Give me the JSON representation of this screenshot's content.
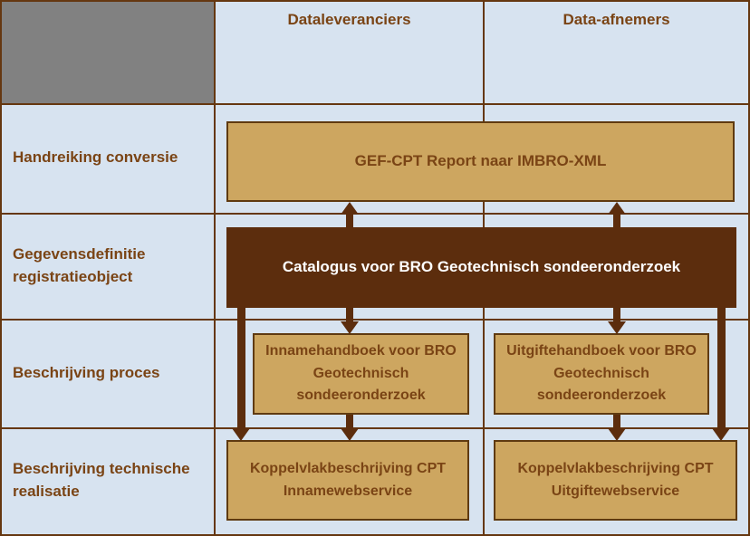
{
  "colors": {
    "background": "#d7e3f0",
    "grid": "#653710",
    "header_gray": "#818181",
    "tan_fill": "#cda660",
    "tan_border": "#5f3a10",
    "dark_fill": "#5c2d0d",
    "text_brown": "#7a4415",
    "text_white": "#ffffff",
    "arrow": "#5c2d0d"
  },
  "header": {
    "columns": [
      {
        "label": "Dataleveranciers"
      },
      {
        "label": "Data-afnemers"
      }
    ]
  },
  "rows": [
    {
      "label": "Handreiking conversie"
    },
    {
      "label": "Gegevensdefinitie registratieobject"
    },
    {
      "label": "Beschrijving proces"
    },
    {
      "label": "Beschrijving technische realisatie"
    }
  ],
  "boxes": {
    "gef_cpt": "GEF-CPT Report naar IMBRO-XML",
    "catalogus": "Catalogus voor BRO Geotechnisch sondeeronderzoek",
    "innamehandboek": "Innamehandboek voor BRO Geotechnisch sondeeronderzoek",
    "uitgiftehandboek": "Uitgiftehandboek voor BRO Geotechnisch sondeeronderzoek",
    "koppelvlak_inname": "Koppelvlakbeschrijving CPT Innamewebservice",
    "koppelvlak_uitgifte": "Koppelvlakbeschrijving CPT Uitgiftewebservice"
  }
}
